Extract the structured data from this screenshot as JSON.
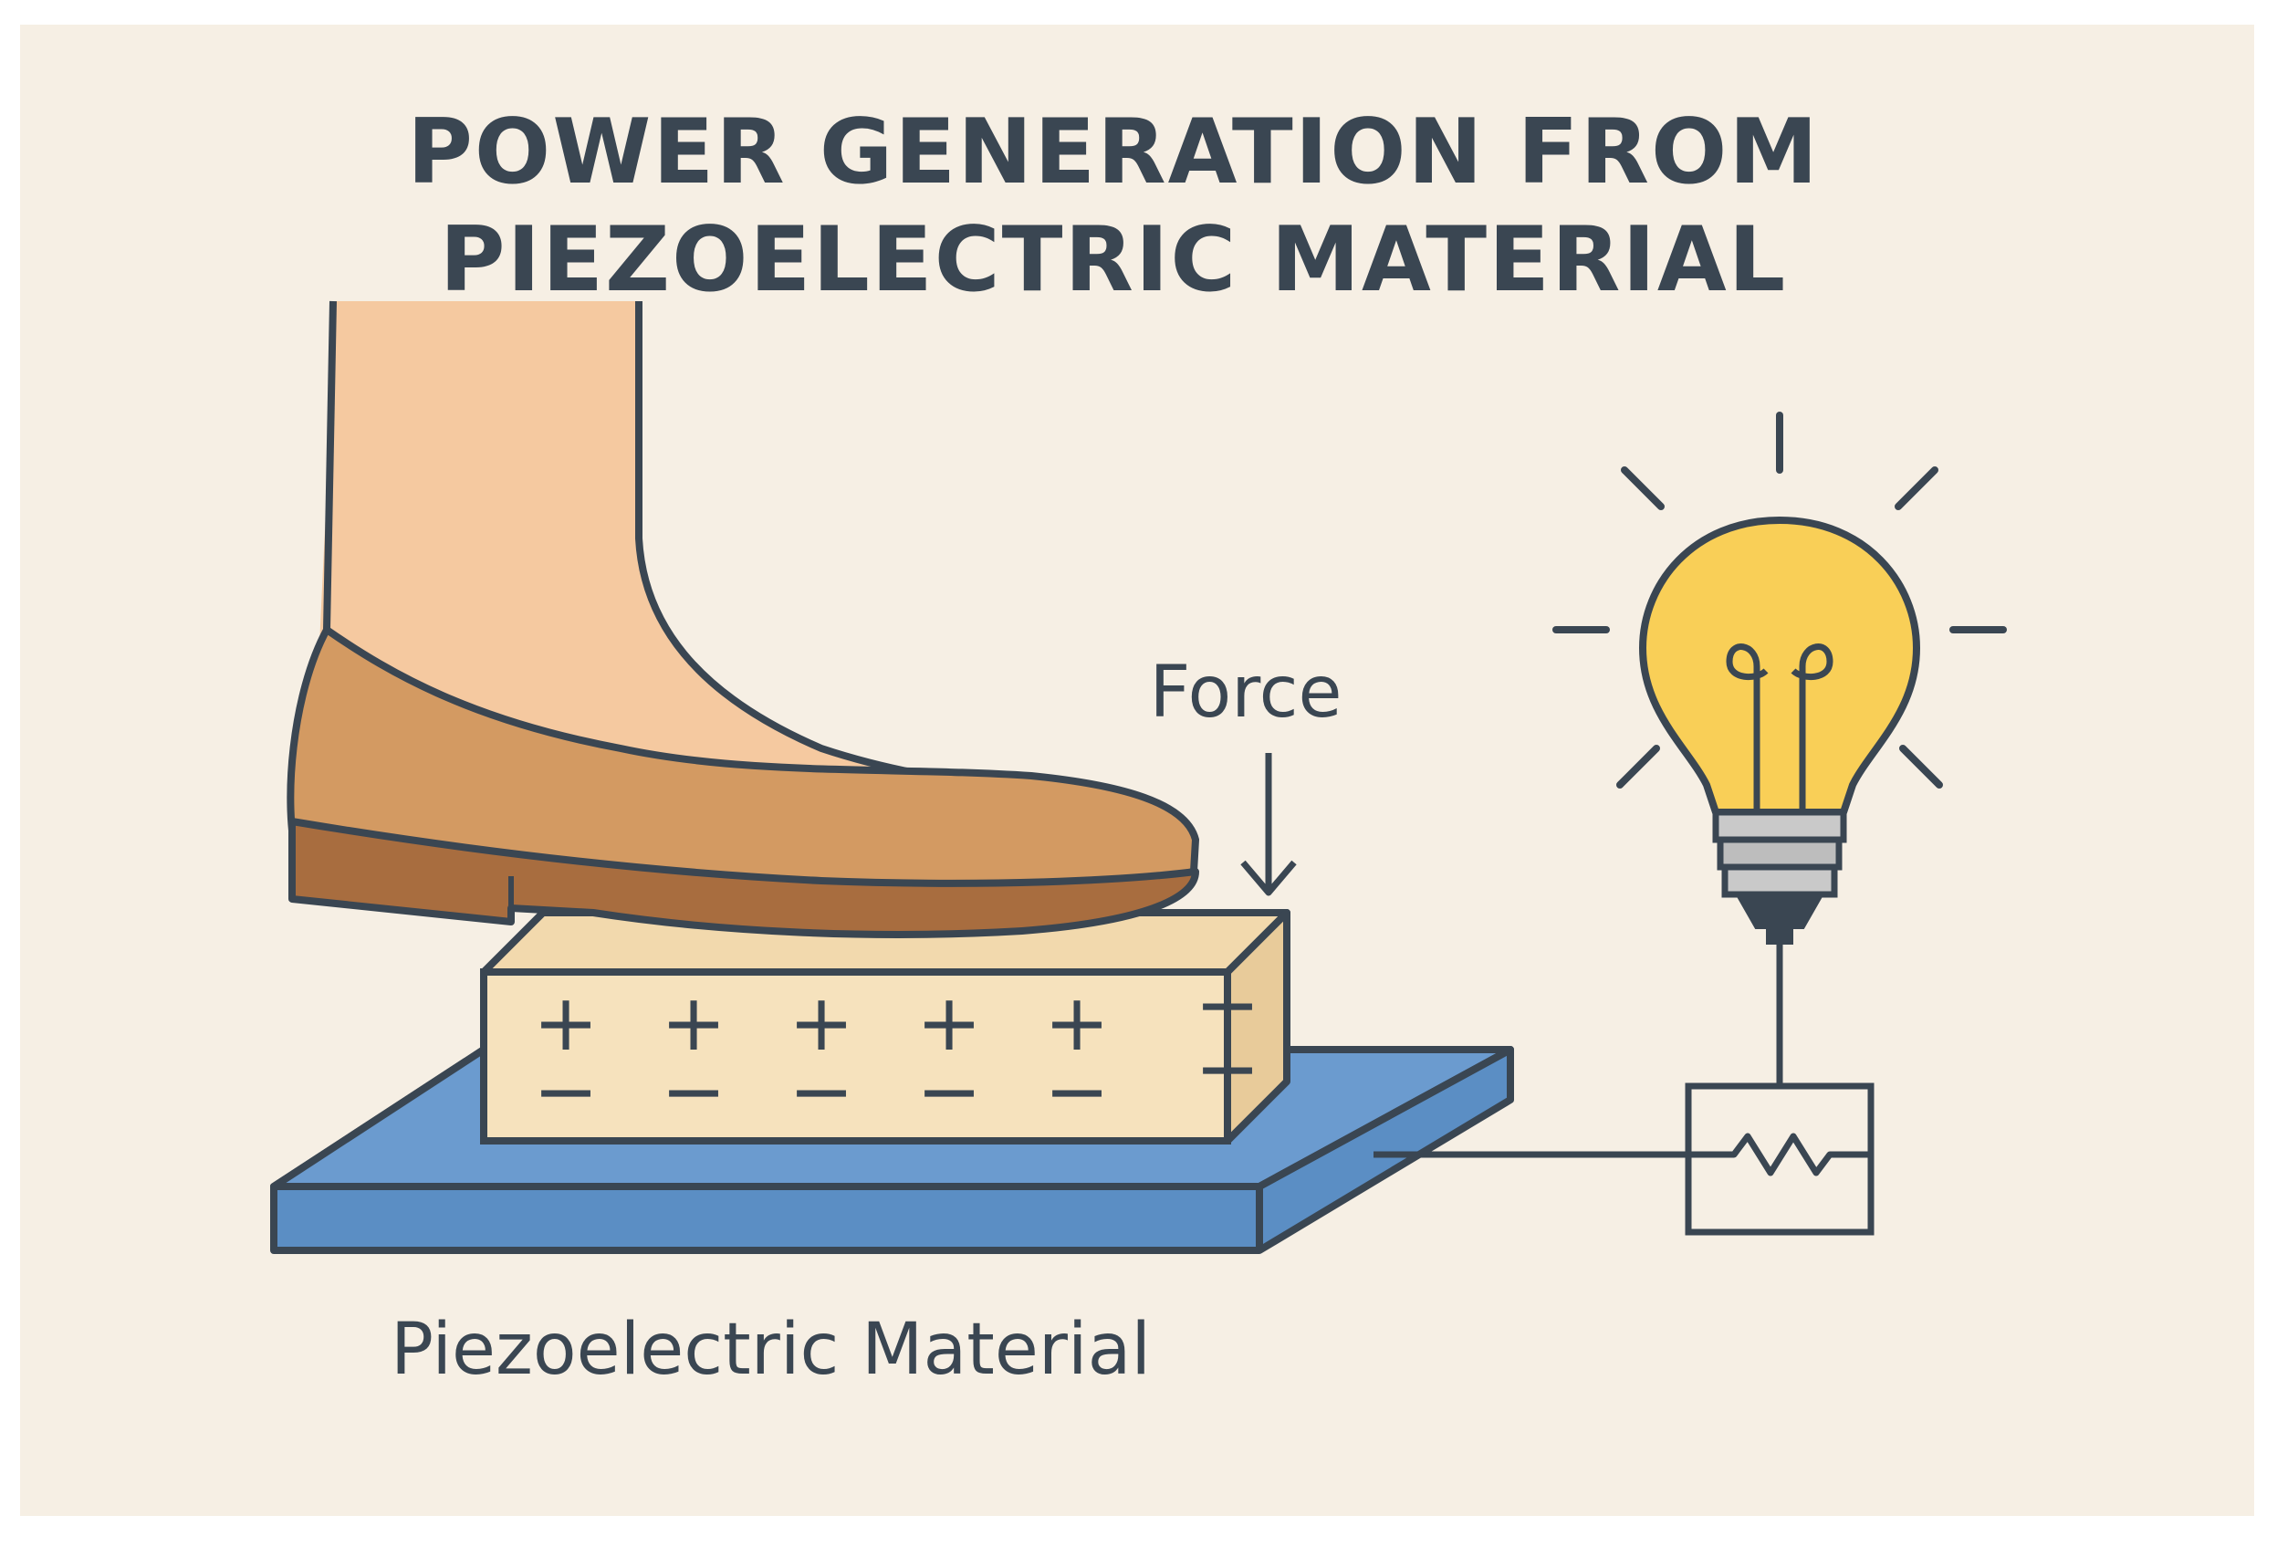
{
  "title": {
    "line1": "POWER GENERATION FROM",
    "line2": "PIEZOELECTRIC MATERIAL"
  },
  "labels": {
    "force": "Force",
    "material": "Piezoelectric Material"
  },
  "charges": {
    "plus": "+",
    "minus": "−"
  },
  "colors": {
    "background": "#f6efe4",
    "outline": "#3a4652",
    "skin": "#f5c9a0",
    "shoe": "#d39a62",
    "shoe_sole": "#a86d3f",
    "block": "#f6e2bd",
    "plate": "#5b8ec4",
    "bulb": "#f9cf57",
    "bulb_base": "#c9c9c9"
  },
  "icons": {
    "foot": "foot-in-shoe-icon",
    "bulb": "light-bulb-icon",
    "resistor": "resistor-box-icon",
    "arrow": "arrow-down-icon"
  }
}
